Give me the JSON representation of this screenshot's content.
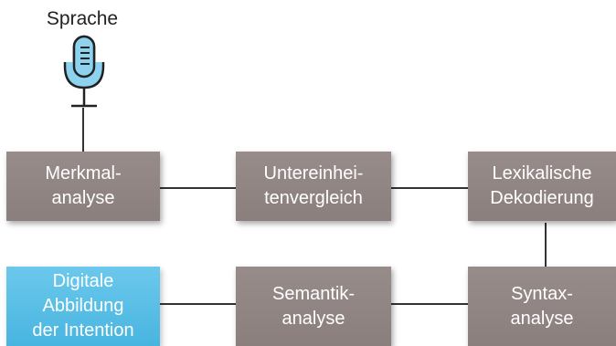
{
  "title": "Sprache",
  "icon": "microphone-icon",
  "colors": {
    "box": "#8e8381",
    "highlight": "#55bbe4",
    "line": "#333333",
    "mic": "#8dd3f0"
  },
  "nodes": {
    "merkmal": "Merkmal-\nanalyse",
    "unter": "Untereinhei-\ntenvergleich",
    "lexikal": "Lexikalische\nDekodierung",
    "digital": "Digitale\nAbbildung\nder Intention",
    "semantik": "Semantik-\nanalyse",
    "syntax": "Syntax-\nanalyse"
  }
}
